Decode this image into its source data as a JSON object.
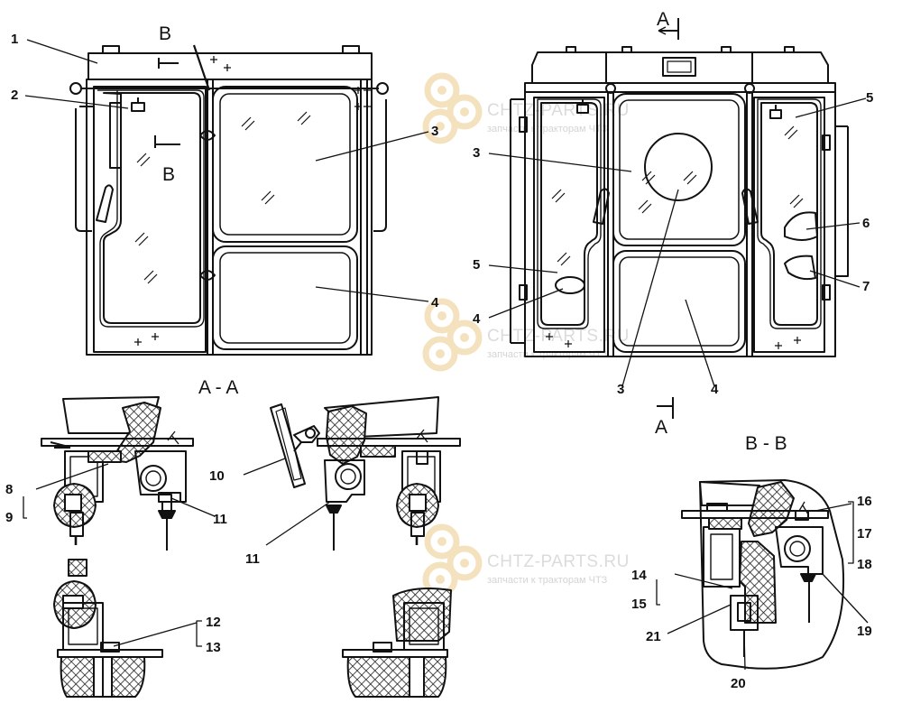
{
  "section_labels": {
    "b_marker": "B",
    "a_marker": "A",
    "aa": "A - A",
    "bb": "B - B"
  },
  "callouts": {
    "n1": "1",
    "n2": "2",
    "n3": "3",
    "n4": "4",
    "n5": "5",
    "n6": "6",
    "n7": "7",
    "n8": "8",
    "n9": "9",
    "n10": "10",
    "n11": "11",
    "n12": "12",
    "n13": "13",
    "n14": "14",
    "n15": "15",
    "n16": "16",
    "n17": "17",
    "n18": "18",
    "n19": "19",
    "n20": "20",
    "n21": "21"
  },
  "watermark": {
    "site": "CHTZ-PARTS.RU",
    "tagline": "запчасти к тракторам ЧТЗ"
  },
  "colors": {
    "ink": "#111111",
    "watermark_gear": "#f3dfb8",
    "watermark_text": "#d8d8d8",
    "hatch": "#222222"
  }
}
